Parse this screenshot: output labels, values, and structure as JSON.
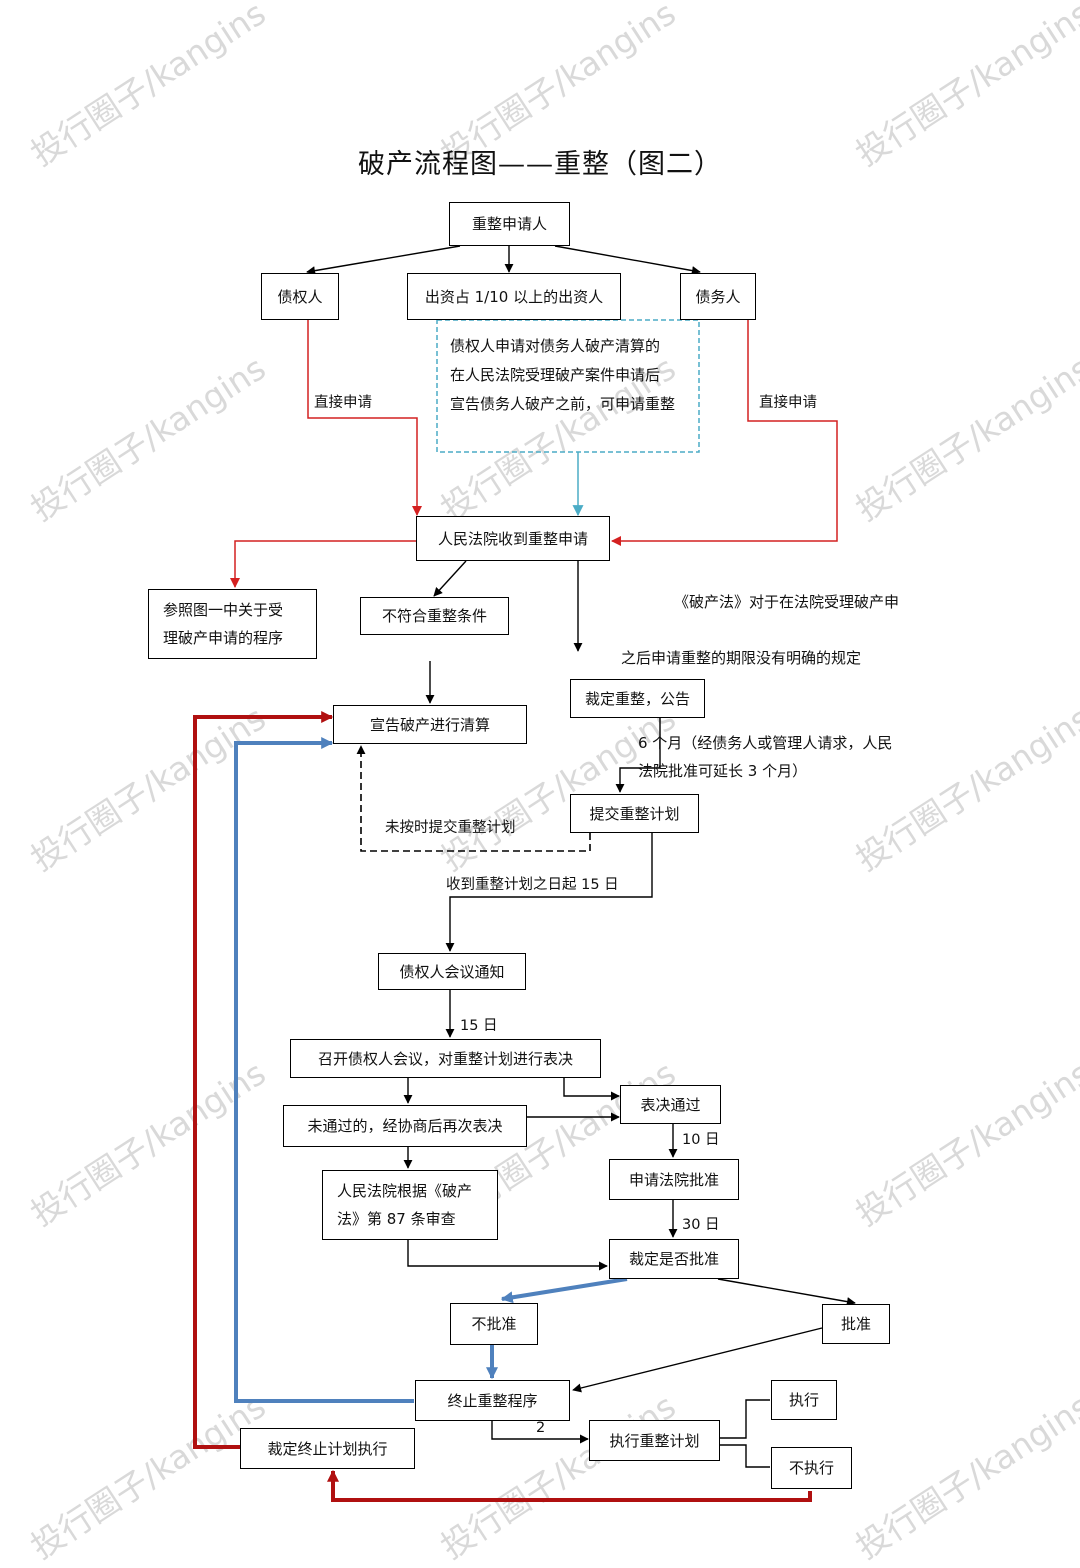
{
  "title": "破产流程图——重整（图二）",
  "watermark": "投行圈子/kangins",
  "boxes": {
    "applicant": "重整申请人",
    "creditor": "债权人",
    "investor": "出资占 1/10 以上的出资人",
    "debtor": "债务人",
    "court_receive": "人民法院收到重整申请",
    "refer_fig1": [
      "参照图一中关于受",
      "理破产申请的程序"
    ],
    "not_qualified": "不符合重整条件",
    "declare_bankruptcy": "宣告破产进行清算",
    "ruling_reorg": "裁定重整，公告",
    "submit_plan": "提交重整计划",
    "creditor_notice": "债权人会议通知",
    "hold_meeting": "召开债权人会议，对重整计划进行表决",
    "not_passed": "未通过的，经协商后再次表决",
    "passed": "表决通过",
    "court_review": [
      "人民法院根据《破产",
      "法》第 87 条审查"
    ],
    "apply_approval": "申请法院批准",
    "ruling_approve": "裁定是否批准",
    "not_approved": "不批准",
    "approved": "批准",
    "terminate": "终止重整程序",
    "ruling_terminate_exec": "裁定终止计划执行",
    "execute_plan": "执行重整计划",
    "execute": "执行",
    "not_execute": "不执行"
  },
  "notes": {
    "dashed_box": [
      "债权人申请对债务人破产清算的",
      "在人民法院受理破产案件申请后",
      "宣告债务人破产之前，可申请重整"
    ],
    "law_note": [
      "《破产法》对于在法院受理破产申",
      "之后申请重整的期限没有明确的规定"
    ],
    "six_months": [
      "6 个月（经债务人或管理人请求，人民",
      "法院批准可延长 3 个月）"
    ]
  },
  "labels": {
    "direct_left": "直接申请",
    "direct_right": "直接申请",
    "not_submitted": "未按时提交重整计划",
    "fifteen_days_from": "收到重整计划之日起 15 日",
    "fifteen_days": "15 日",
    "ten_days": "10 日",
    "thirty_days": "30 日",
    "two": "2"
  },
  "colors": {
    "red": "#d42020",
    "dark_red": "#b01010",
    "blue": "#4f81bd",
    "teal": "#4bacc6"
  }
}
